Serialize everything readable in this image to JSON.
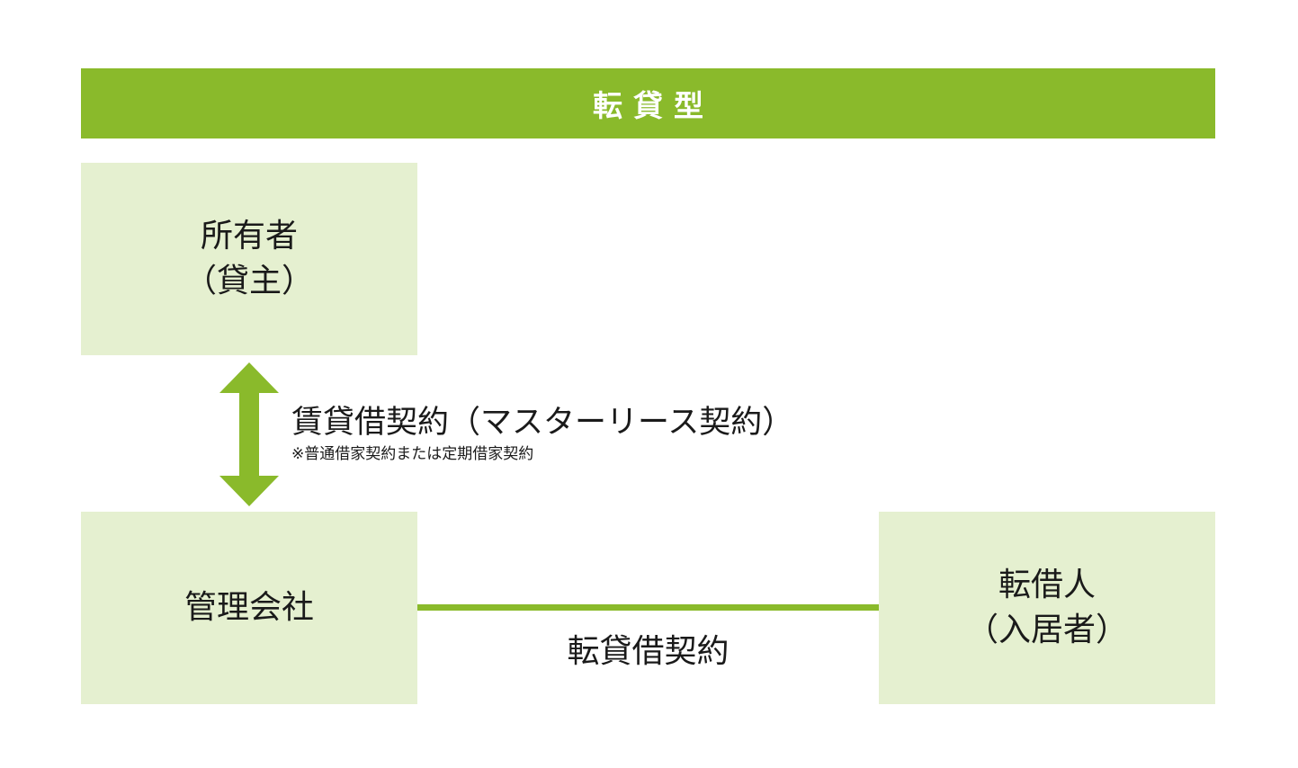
{
  "header": {
    "title": "転貸型"
  },
  "owner": {
    "line1": "所有者",
    "line2": "（貸主）"
  },
  "management": {
    "line1": "管理会社"
  },
  "tenant": {
    "line1": "転借人",
    "line2": "（入居者）"
  },
  "master_lease": {
    "label": "賃貸借契約（マスターリース契約）",
    "note": "※普通借家契約または定期借家契約"
  },
  "sublease": {
    "label": "転貸借契約"
  },
  "colors": {
    "accent": "#8aba2b",
    "box_fill": "#e5f0d0"
  }
}
